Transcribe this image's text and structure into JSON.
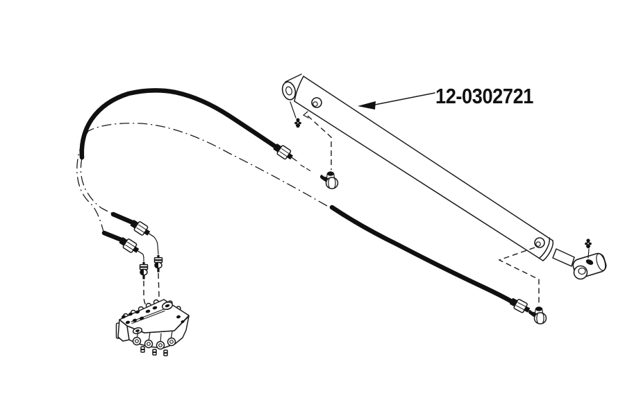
{
  "diagram": {
    "type": "exploded-parts-line-drawing",
    "callout": {
      "part_number": "12-0302721"
    },
    "colors": {
      "background": "#ffffff",
      "line": "#1a1a1a",
      "hose": "#101010",
      "hardware_fill": "#111111"
    },
    "components": [
      "hydraulic-cylinder",
      "cylinder-butt-eye",
      "cylinder-rod-end-eye",
      "upper-hose-assembly",
      "lower-hose-assembly",
      "phantom-hose-route",
      "hose-end-fittings",
      "elbow-fittings",
      "port-adapter-fittings",
      "grease-zerk-fittings",
      "multi-spool-control-valve"
    ]
  }
}
